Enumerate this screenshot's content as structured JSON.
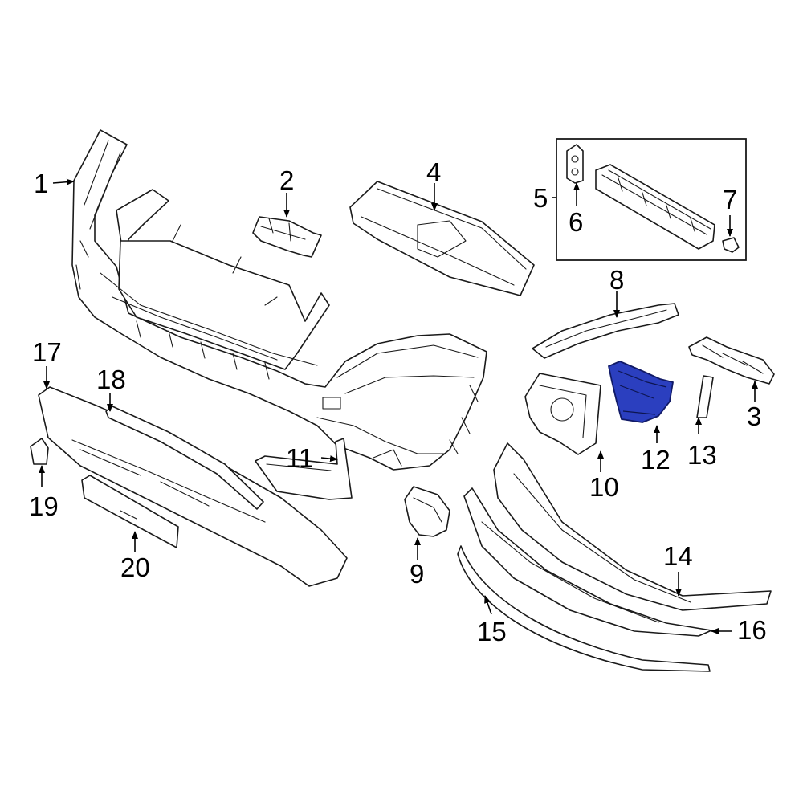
{
  "diagram": {
    "highlight_color": "#2b3fbf",
    "callouts": [
      {
        "id": "c1",
        "label": "1"
      },
      {
        "id": "c2",
        "label": "2"
      },
      {
        "id": "c3",
        "label": "3"
      },
      {
        "id": "c4",
        "label": "4"
      },
      {
        "id": "c5",
        "label": "5"
      },
      {
        "id": "c6",
        "label": "6"
      },
      {
        "id": "c7",
        "label": "7"
      },
      {
        "id": "c8",
        "label": "8"
      },
      {
        "id": "c9",
        "label": "9"
      },
      {
        "id": "c10",
        "label": "10"
      },
      {
        "id": "c11",
        "label": "11"
      },
      {
        "id": "c12",
        "label": "12"
      },
      {
        "id": "c13",
        "label": "13"
      },
      {
        "id": "c14",
        "label": "14"
      },
      {
        "id": "c15",
        "label": "15"
      },
      {
        "id": "c16",
        "label": "16"
      },
      {
        "id": "c17",
        "label": "17"
      },
      {
        "id": "c18",
        "label": "18"
      },
      {
        "id": "c19",
        "label": "19"
      },
      {
        "id": "c20",
        "label": "20"
      }
    ],
    "highlighted_part": "12"
  }
}
